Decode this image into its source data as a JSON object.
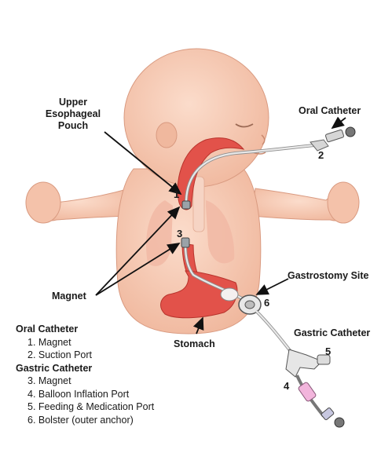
{
  "labels": {
    "upper_pouch": [
      "Upper",
      "Esophageal",
      "Pouch"
    ],
    "oral_catheter": "Oral Catheter",
    "magnet": "Magnet",
    "gastrostomy_site": "Gastrostomy Site",
    "gastric_catheter": "Gastric Catheter",
    "stomach": "Stomach"
  },
  "numbers": {
    "n1": "1",
    "n2": "2",
    "n3": "3",
    "n4": "4",
    "n5": "5",
    "n6": "6"
  },
  "legend": {
    "oral_heading": "Oral Catheter",
    "oral_items": [
      "1. Magnet",
      "2. Suction Port"
    ],
    "gastric_heading": "Gastric Catheter",
    "gastric_items": [
      "3. Magnet",
      "4. Balloon Inflation Port",
      "5. Feeding & Medication Port",
      "6. Bolster (outer anchor)"
    ]
  },
  "colors": {
    "skin": "#f8cdb6",
    "skin_shadow": "#eab39a",
    "organ_red": "#e2524a",
    "lung": "#f1b9a4",
    "catheter": "#d6d6d6",
    "balloon_pink": "#f2b5dc",
    "text": "#1a1a1a"
  }
}
